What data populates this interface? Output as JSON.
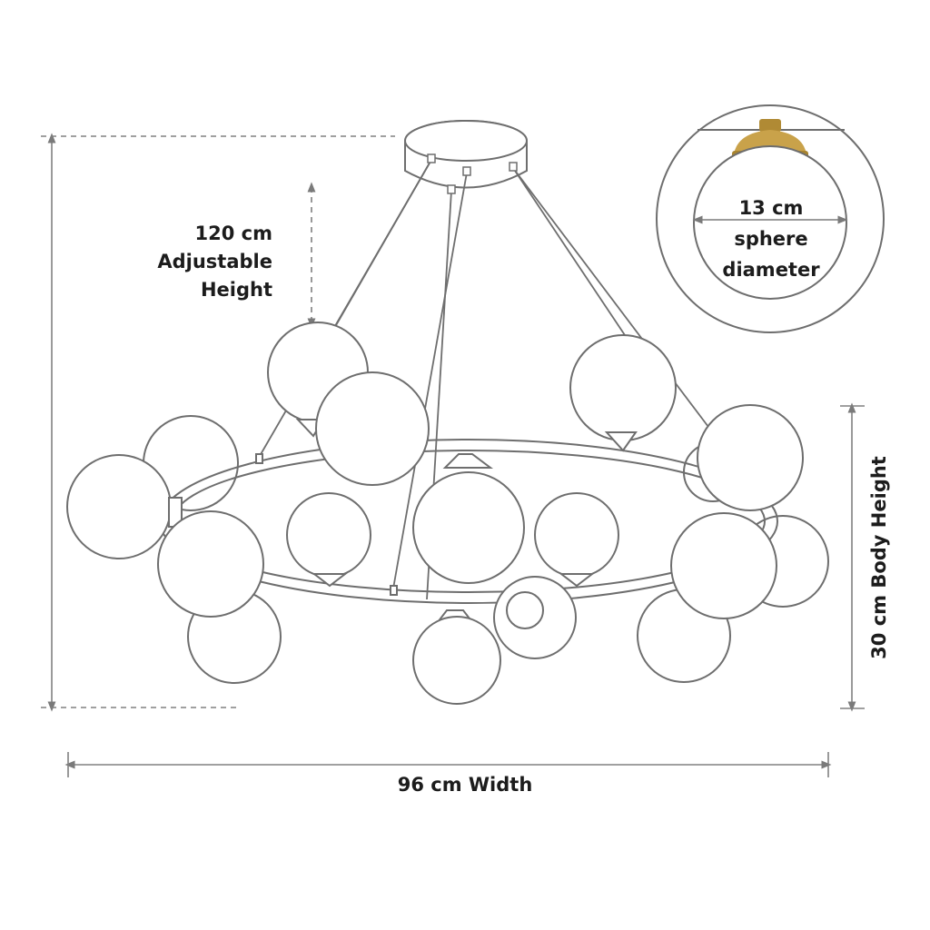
{
  "labels": {
    "adjustable_value": "120 cm",
    "adjustable_line1": "Adjustable",
    "adjustable_line2": "Height",
    "sphere_value": "13 cm",
    "sphere_line1": "sphere",
    "sphere_line2": "diameter",
    "width": "96 cm Width",
    "body_height": "30 cm Body Height"
  },
  "colors": {
    "outline": "#6e6e6e",
    "dimension_line": "#808080",
    "brass": "#c9a24a",
    "text": "#1c1c1c"
  },
  "icons": {
    "dimension_arrow": "arrow-icon",
    "globe": "globe-icon",
    "canopy": "ceiling-canopy-icon"
  }
}
